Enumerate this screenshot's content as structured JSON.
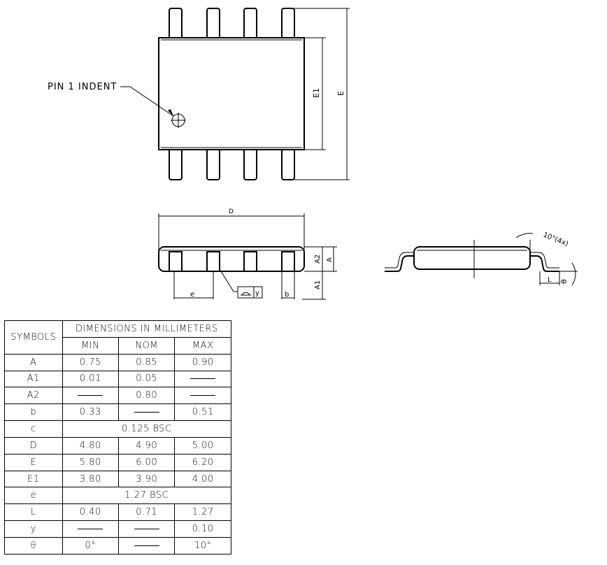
{
  "top_view": {
    "pin1_label": "PIN 1 INDENT",
    "dim_e1": "E1",
    "dim_e": "E"
  },
  "side_view": {
    "dim_d": "D",
    "dim_a": "A",
    "dim_a2": "A2",
    "dim_a1": "A1",
    "dim_e": "e",
    "dim_b": "b",
    "coplanarity": "y"
  },
  "end_view": {
    "angle": "10°(4x)",
    "dim_l": "L",
    "theta": "θ"
  },
  "table": {
    "symbols_header": "SYMBOLS",
    "dims_header": "DIMENSIONS IN MILLIMETERS",
    "min_header": "MIN",
    "nom_header": "NOM",
    "max_header": "MAX",
    "rows": [
      {
        "symbol": "A",
        "min": "0.75",
        "nom": "0.85",
        "max": "0.90"
      },
      {
        "symbol": "A1",
        "min": "0.01",
        "nom": "0.05",
        "max": "—"
      },
      {
        "symbol": "A2",
        "min": "—",
        "nom": "0.80",
        "max": "—"
      },
      {
        "symbol": "b",
        "min": "0.33",
        "nom": "—",
        "max": "0.51"
      },
      {
        "symbol": "c",
        "bsc": "0.125 BSC"
      },
      {
        "symbol": "D",
        "min": "4.80",
        "nom": "4.90",
        "max": "5.00"
      },
      {
        "symbol": "E",
        "min": "5.80",
        "nom": "6.00",
        "max": "6.20"
      },
      {
        "symbol": "E1",
        "min": "3.80",
        "nom": "3.90",
        "max": "4.00"
      },
      {
        "symbol": "e",
        "bsc": "1.27 BSC"
      },
      {
        "symbol": "L",
        "min": "0.40",
        "nom": "0.71",
        "max": "1.27"
      },
      {
        "symbol": "y",
        "min": "—",
        "nom": "—",
        "max": "0.10"
      },
      {
        "symbol": "θ",
        "min": "0°",
        "nom": "—",
        "max": "10°"
      }
    ]
  }
}
